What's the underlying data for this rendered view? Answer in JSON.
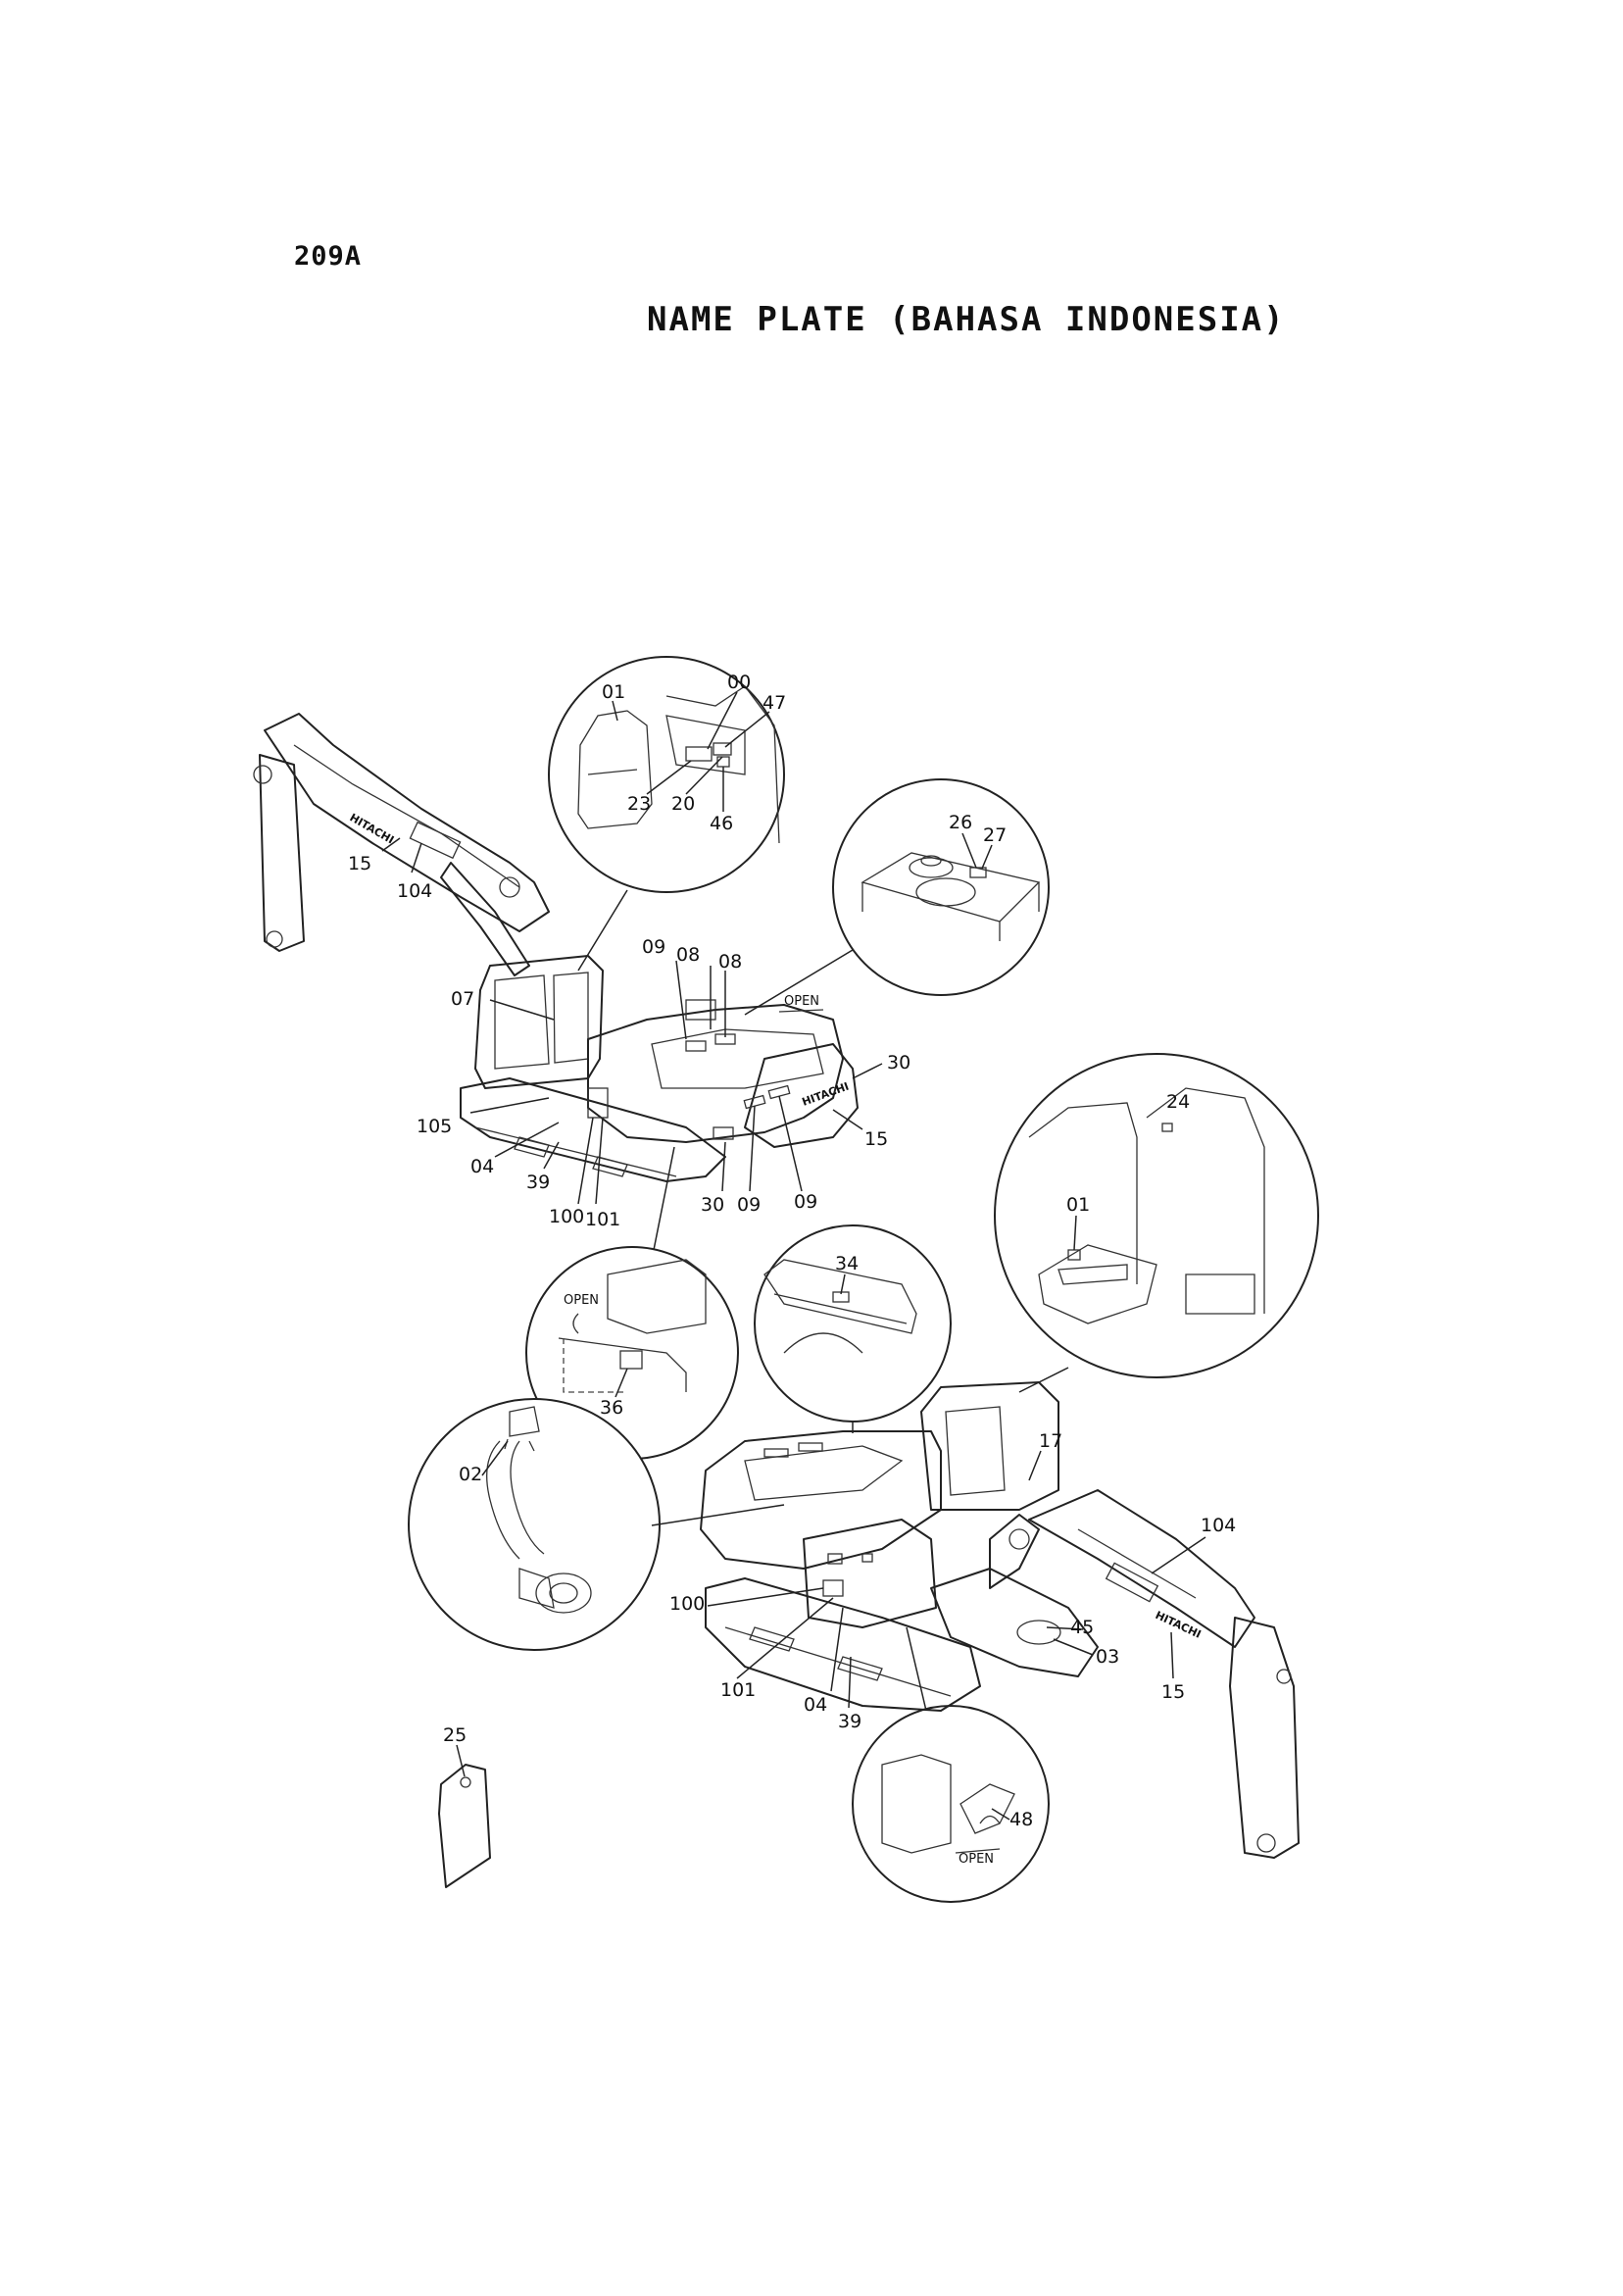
{
  "page": {
    "code": "209A",
    "title": "NAME PLATE (BAHASA INDONESIA)"
  },
  "drawing": {
    "brand_mark": "HITACHI",
    "open_marks": [
      "OPEN",
      "OPEN",
      "OPEN"
    ],
    "callouts": {
      "top_cab_interior": [
        "01",
        "00",
        "47",
        "23",
        "20",
        "46"
      ],
      "top_hood_cap": [
        "26",
        "27"
      ],
      "left_cover": [
        "36"
      ],
      "air_cleaner": [
        "02"
      ],
      "battery_frame": [
        "34"
      ],
      "right_cab_interior": [
        "24",
        "01"
      ],
      "front_cover": [
        "48"
      ]
    },
    "machine_upper": [
      "15",
      "104",
      "09",
      "08",
      "08",
      "07",
      "30",
      "15",
      "105",
      "04",
      "39",
      "100",
      "101",
      "30",
      "09",
      "09"
    ],
    "machine_lower": [
      "17",
      "104",
      "100",
      "45",
      "03",
      "101",
      "04",
      "39",
      "15"
    ],
    "tag": "25"
  }
}
